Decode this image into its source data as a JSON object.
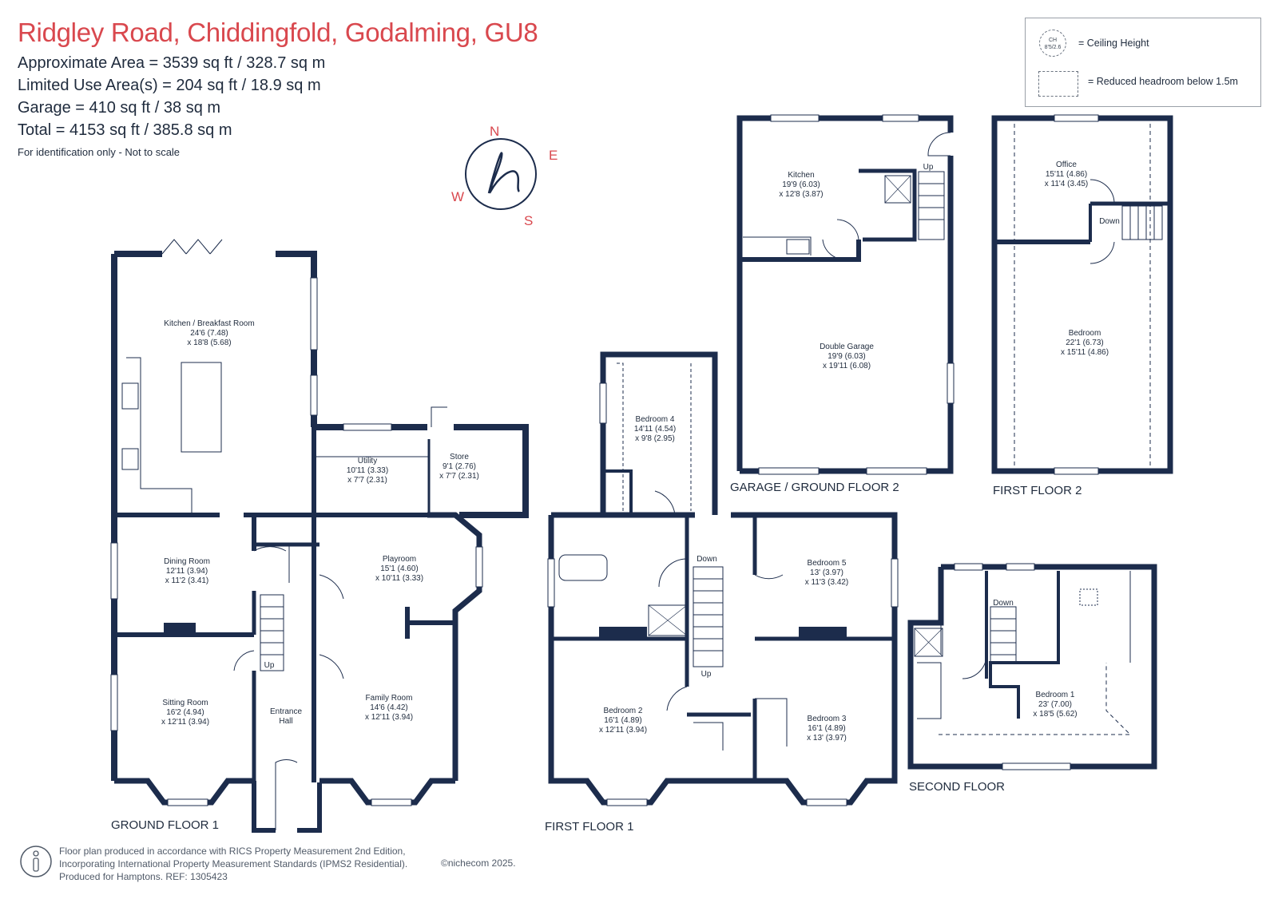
{
  "header": {
    "title": "Ridgley Road, Chiddingfold, Godalming, GU8",
    "areas": [
      "Approximate Area = 3539 sq ft / 328.7 sq m",
      "Limited Use Area(s) = 204 sq ft / 18.9 sq m",
      "Garage = 410 sq ft / 38 sq m",
      "Total = 4153 sq ft / 385.8 sq m"
    ],
    "note": "For identification only - Not to scale"
  },
  "legend": {
    "ceiling_symbol": "CH",
    "ceiling_value": "8'5/2.6",
    "ceiling_label": "= Ceiling Height",
    "headroom_label": "= Reduced headroom below 1.5m"
  },
  "compass": {
    "n": "N",
    "e": "E",
    "s": "S",
    "w": "W",
    "logo": "h"
  },
  "floors": {
    "ground1": {
      "label": "GROUND FLOOR 1",
      "rooms": {
        "kitchen": {
          "name": "Kitchen / Breakfast Room",
          "dim1": "24'6 (7.48)",
          "dim2": "x 18'8 (5.68)"
        },
        "utility": {
          "name": "Utility",
          "dim1": "10'11 (3.33)",
          "dim2": "x 7'7 (2.31)"
        },
        "store": {
          "name": "Store",
          "dim1": "9'1 (2.76)",
          "dim2": "x 7'7 (2.31)"
        },
        "dining": {
          "name": "Dining Room",
          "dim1": "12'11 (3.94)",
          "dim2": "x 11'2 (3.41)"
        },
        "playroom": {
          "name": "Playroom",
          "dim1": "15'1 (4.60)",
          "dim2": "x 10'11 (3.33)"
        },
        "sitting": {
          "name": "Sitting Room",
          "dim1": "16'2 (4.94)",
          "dim2": "x 12'11 (3.94)"
        },
        "entrance": {
          "name": "Entrance",
          "name2": "Hall"
        },
        "family": {
          "name": "Family Room",
          "dim1": "14'6 (4.42)",
          "dim2": "x 12'11 (3.94)"
        }
      },
      "stair_label": "Up"
    },
    "first1": {
      "label": "FIRST FLOOR 1",
      "rooms": {
        "bed4": {
          "name": "Bedroom 4",
          "dim1": "14'11 (4.54)",
          "dim2": "x 9'8 (2.95)"
        },
        "bed5": {
          "name": "Bedroom 5",
          "dim1": "13' (3.97)",
          "dim2": "x 11'3 (3.42)"
        },
        "bed2": {
          "name": "Bedroom 2",
          "dim1": "16'1 (4.89)",
          "dim2": "x 12'11 (3.94)"
        },
        "bed3": {
          "name": "Bedroom 3",
          "dim1": "16'1 (4.89)",
          "dim2": "x 13' (3.97)"
        }
      },
      "stair_down": "Down",
      "stair_up": "Up"
    },
    "garage": {
      "label": "GARAGE / GROUND FLOOR 2",
      "rooms": {
        "kitchen": {
          "name": "Kitchen",
          "dim1": "19'9 (6.03)",
          "dim2": "x 12'8 (3.87)"
        },
        "garage": {
          "name": "Double Garage",
          "dim1": "19'9 (6.03)",
          "dim2": "x 19'11 (6.08)"
        }
      },
      "stair_label": "Up"
    },
    "first2": {
      "label": "FIRST  FLOOR 2",
      "rooms": {
        "office": {
          "name": "Office",
          "dim1": "15'11 (4.86)",
          "dim2": "x 11'4 (3.45)"
        },
        "bedroom": {
          "name": "Bedroom",
          "dim1": "22'1 (6.73)",
          "dim2": "x 15'11 (4.86)"
        }
      },
      "stair_label": "Down"
    },
    "second": {
      "label": "SECOND FLOOR",
      "rooms": {
        "bed1": {
          "name": "Bedroom 1",
          "dim1": "23' (7.00)",
          "dim2": "x 18'5 (5.62)"
        }
      },
      "stair_label": "Down"
    }
  },
  "footer": {
    "lines": [
      "Floor plan produced in accordance with RICS Property Measurement 2nd Edition,",
      "Incorporating International Property Measurement Standards (IPMS2 Residential).",
      "Produced for Hamptons.   REF: 1305423"
    ],
    "credit": "©nichecom 2025."
  },
  "colors": {
    "wall": "#1c2c4c",
    "title": "#d9484e",
    "text": "#1f2b3d"
  }
}
